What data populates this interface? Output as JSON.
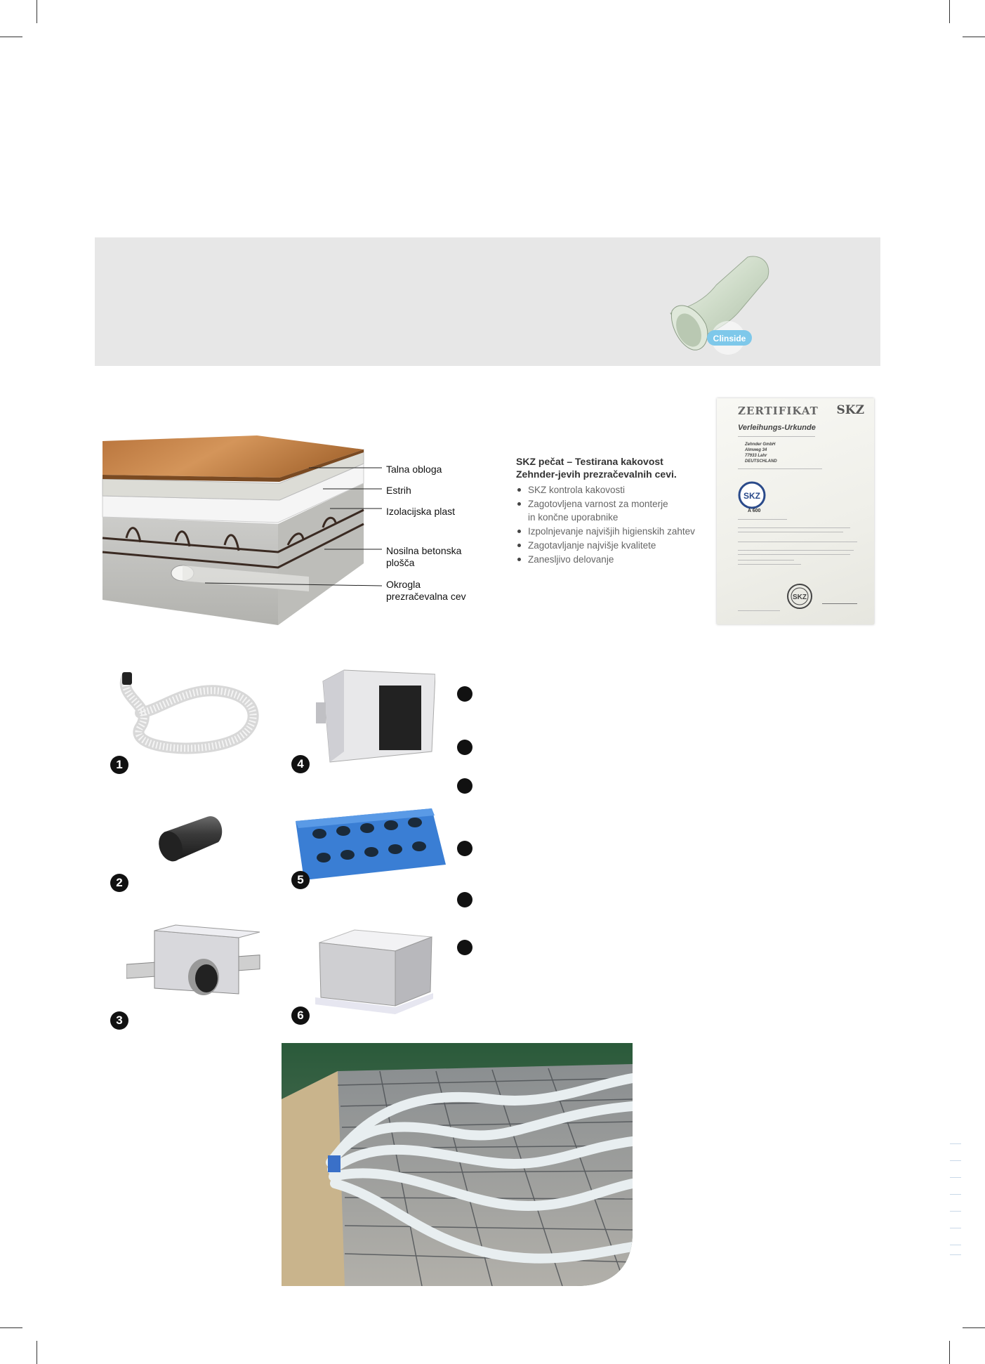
{
  "banner": {
    "badge_label": "Clinside"
  },
  "floor_section": {
    "layers": [
      "Talna obloga",
      "Estrih",
      "Izolacijska plast",
      "Nosilna betonska\nplošča",
      "Okrogla\nprezračevalna cev"
    ]
  },
  "skz": {
    "title_line1": "SKZ pečat – Testirana kakovost",
    "title_line2": "Zehnder-jevih prezračevalnih cevi.",
    "bullets": [
      "SKZ kontrola kakovosti",
      "Zagotovljena varnost za monterje\nin končne uporabnike",
      "Izpolnjevanje najvišjih higienskih zahtev",
      "Zagotavljanje najvišje kvalitete",
      "Zanesljivo delovanje"
    ]
  },
  "certificate": {
    "title": "ZERTIFIKAT",
    "logo": "SKZ",
    "subtitle": "Verleihungs-Urkunde",
    "address": [
      "Zehnder GmbH",
      "Almweg 34",
      "77933 Lahr",
      "DEUTSCHLAND"
    ],
    "seal": "SKZ",
    "number": "A 600"
  },
  "products": {
    "badges": [
      "1",
      "2",
      "3",
      "4",
      "5",
      "6"
    ]
  }
}
